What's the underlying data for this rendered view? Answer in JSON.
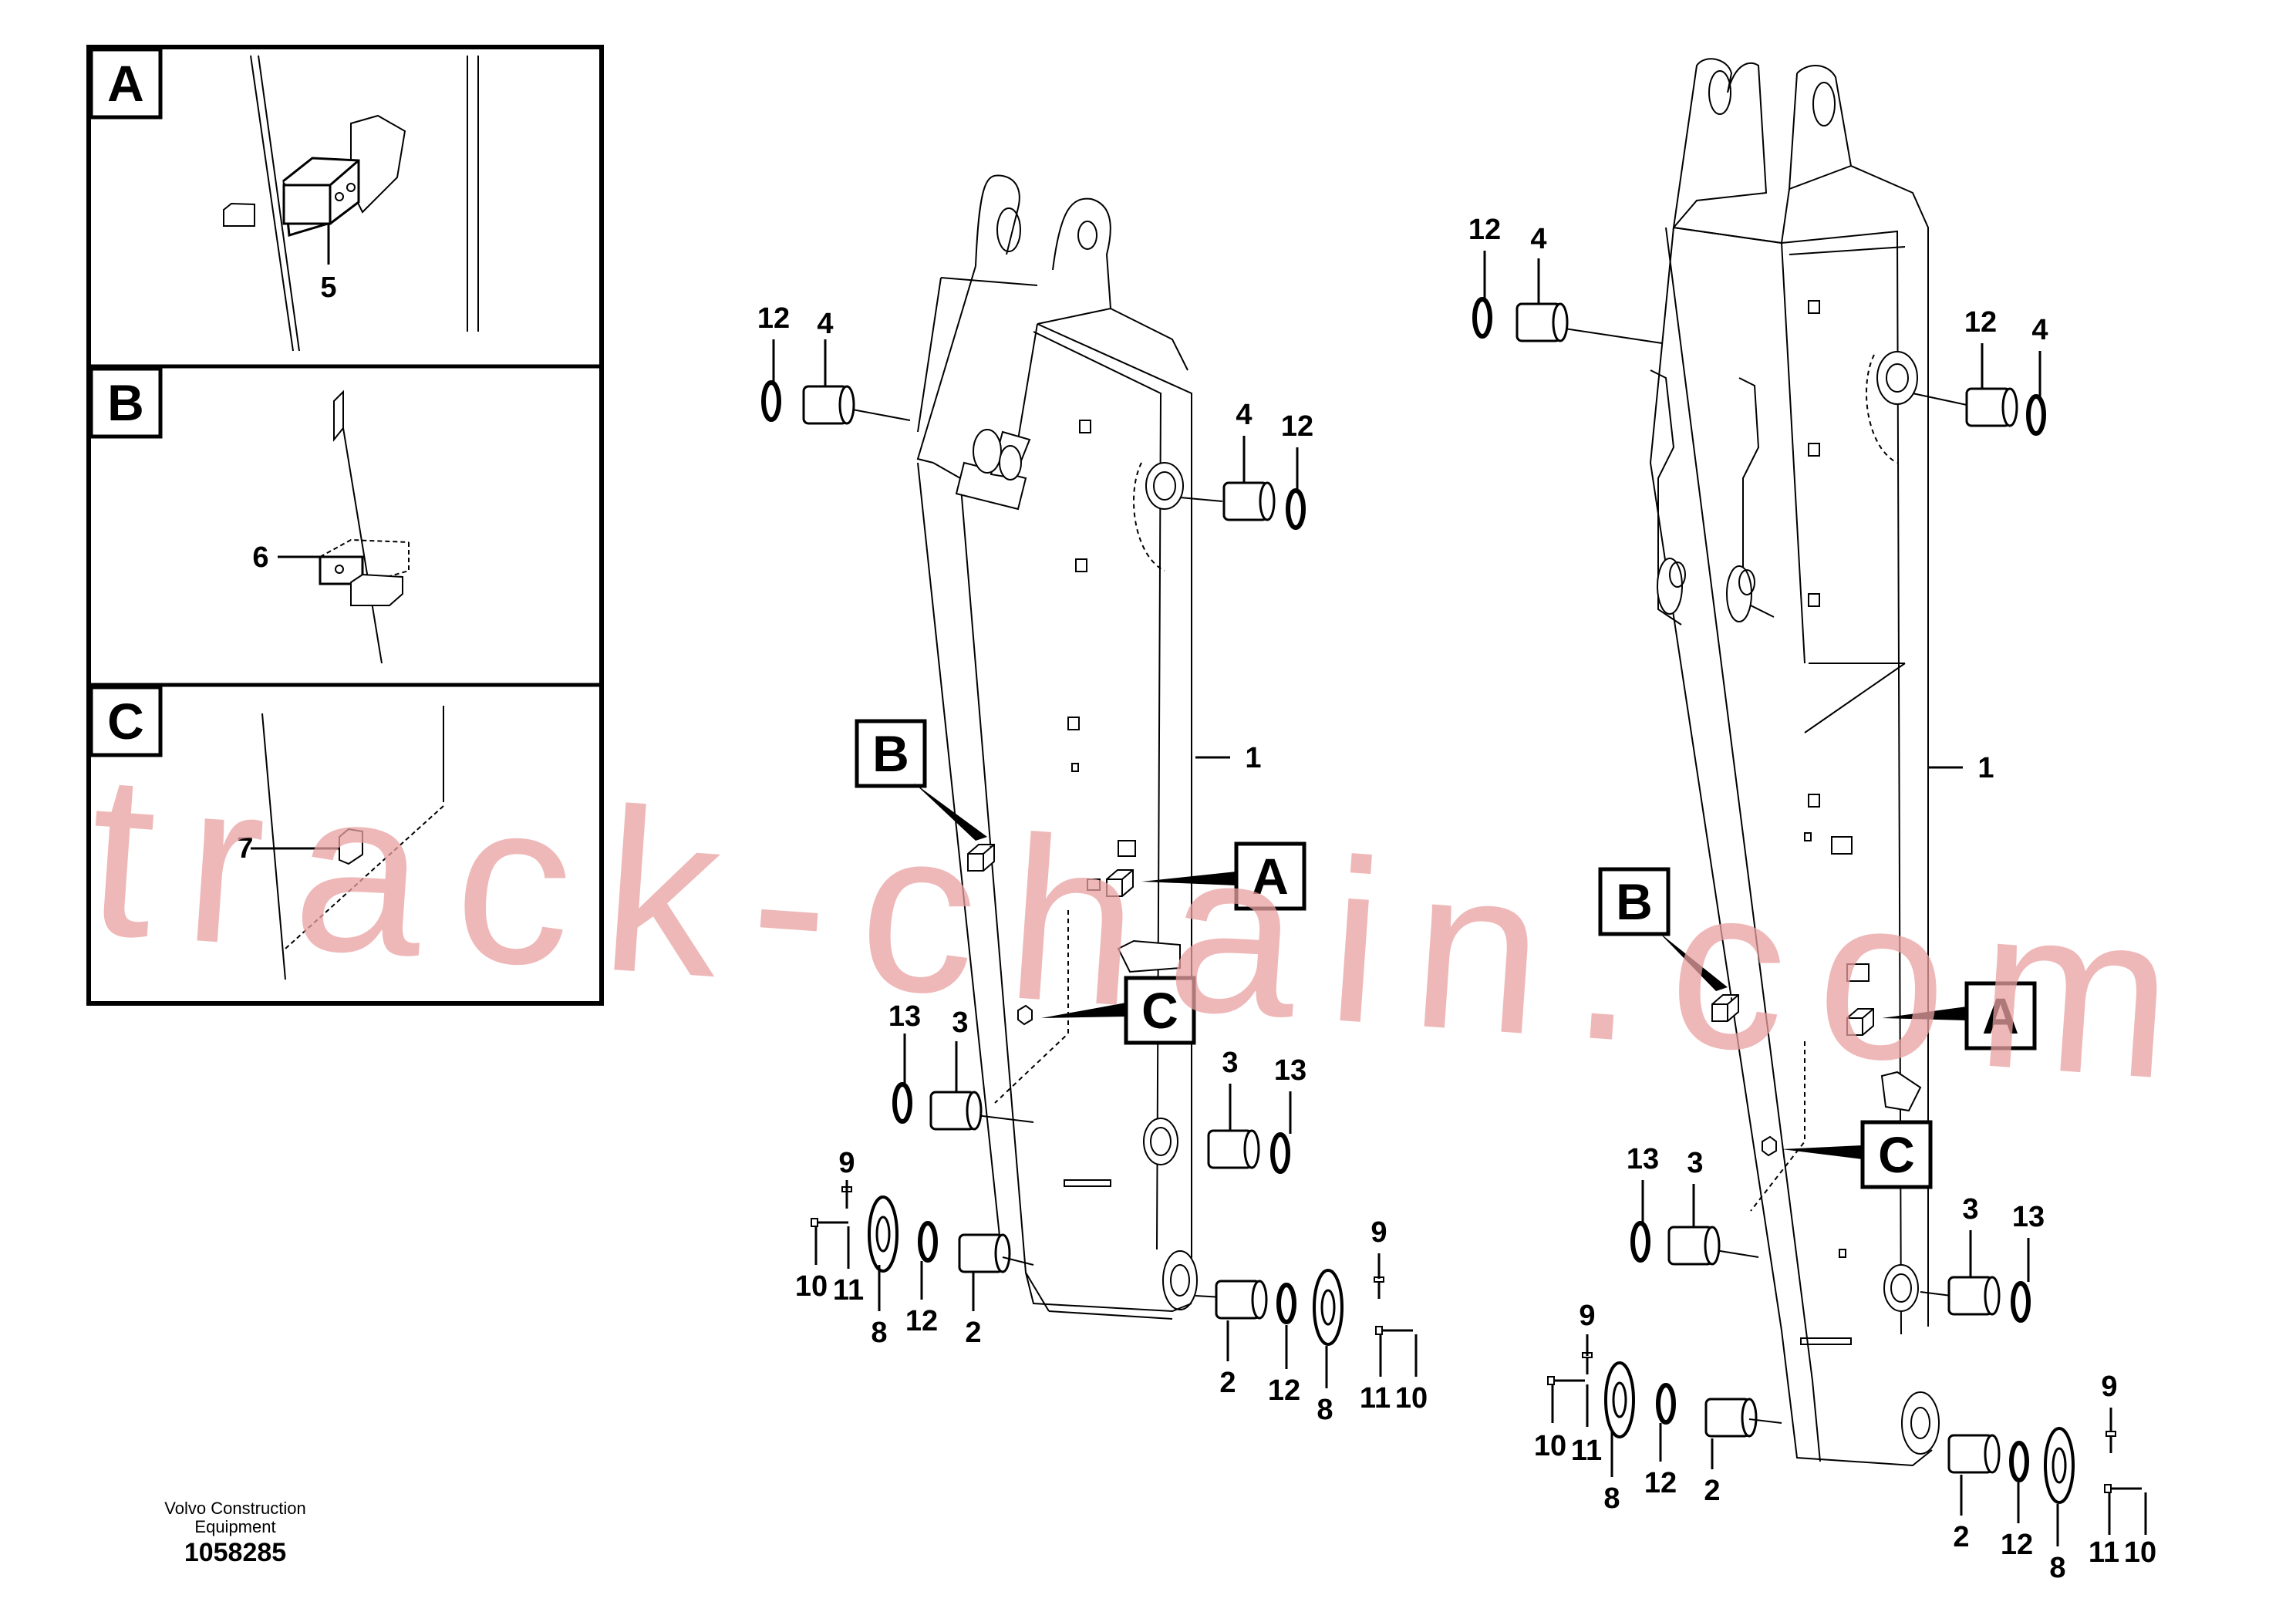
{
  "watermark": "track-chain.com",
  "caption": {
    "brand_line1": "Volvo Construction",
    "brand_line2": "Equipment",
    "drawing_number": "1058285"
  },
  "details": [
    {
      "tag": "A",
      "part": "5"
    },
    {
      "tag": "B",
      "part": "6"
    },
    {
      "tag": "C",
      "part": "7"
    }
  ],
  "callouts": {
    "tag_a": "A",
    "tag_b": "B",
    "tag_c": "C",
    "p1": "1",
    "p2": "2",
    "p3": "3",
    "p4": "4",
    "p8": "8",
    "p9": "9",
    "p10": "10",
    "p11": "11",
    "p12": "12",
    "p13": "13"
  }
}
